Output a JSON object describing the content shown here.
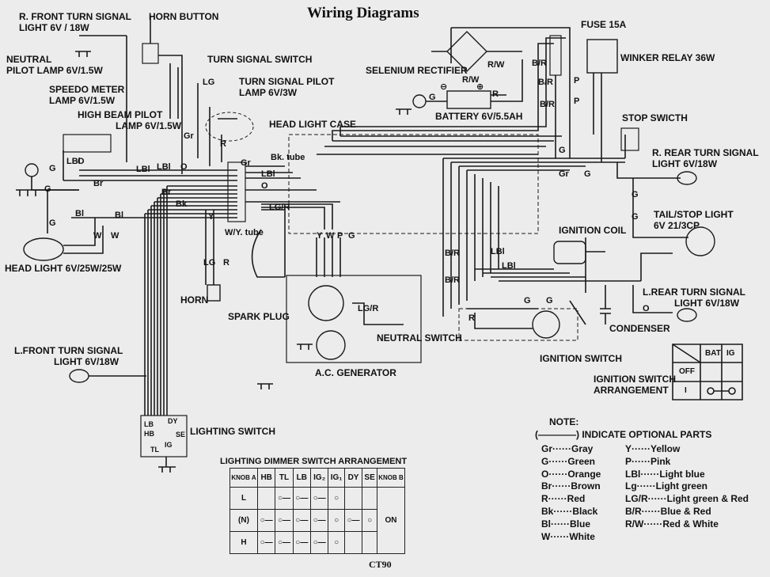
{
  "title": "Wiring Diagrams",
  "model": "CT90",
  "components": {
    "r_front_turn": [
      "R. FRONT TURN SIGNAL",
      "LIGHT 6V / 18W"
    ],
    "horn_button": "HORN BUTTON",
    "neutral_pilot": [
      "NEUTRAL",
      "PILOT LAMP 6V/1.5W"
    ],
    "speedo": [
      "SPEEDO METER",
      "LAMP 6V/1.5W"
    ],
    "turn_signal_switch": "TURN SIGNAL SWITCH",
    "high_beam": [
      "HIGH BEAM PILOT",
      "LAMP 6V/1.5W"
    ],
    "turn_pilot": [
      "TURN SIGNAL PILOT",
      "LAMP 6V/3W"
    ],
    "head_light_case": "HEAD LIGHT CASE",
    "head_light": "HEAD LIGHT 6V/25W/25W",
    "horn": "HORN",
    "spark_plug": "SPARK PLUG",
    "neutral_switch": "NEUTRAL SWITCH",
    "ac_generator": "A.C. GENERATOR",
    "l_front_turn": [
      "L.FRONT TURN SIGNAL",
      "LIGHT 6V/18W"
    ],
    "lighting_switch": "LIGHTING SWITCH",
    "fuse": "FUSE 15A",
    "selenium": "SELENIUM RECTIFIER",
    "winker_relay": "WINKER RELAY 36W",
    "battery": "BATTERY 6V/5.5AH",
    "stop_switch": "STOP SWICTH",
    "r_rear_turn": [
      "R. REAR TURN SIGNAL",
      "LIGHT 6V/18W"
    ],
    "tail_stop": [
      "TAIL/STOP LIGHT",
      "6V 21/3CP"
    ],
    "ignition_coil": "IGNITION COIL",
    "l_rear_turn": [
      "L.REAR TURN SIGNAL",
      "LIGHT 6V/18W"
    ],
    "condenser": "CONDENSER",
    "ignition_switch": "IGNITION SWITCH",
    "ign_arrangement": [
      "IGNITION SWITCH",
      "ARRANGEMENT"
    ],
    "bk_tube": "Bk. tube",
    "wy_tube": "W/Y. tube"
  },
  "wire_labels": {
    "lg": "LG",
    "gr": "Gr",
    "r": "R",
    "g": "G",
    "lbl": "LBl",
    "o": "O",
    "br": "Br",
    "bk": "Bk",
    "bl": "Bl",
    "w": "W",
    "y": "Y",
    "p": "P",
    "lgr": "LG/R",
    "br_": "B/R",
    "rw": "R/W",
    "gnd": "G",
    "minus": "⊖",
    "plus": "⊕"
  },
  "ign_table": {
    "headers": [
      "",
      "BAT",
      "IG"
    ],
    "rows": [
      "OFF",
      "I"
    ]
  },
  "dimmer": {
    "title": "LIGHTING DIMMER SWITCH ARRANGEMENT",
    "headers": [
      "KNOB A",
      "HB",
      "TL",
      "LB",
      "IG₂",
      "IG₁",
      "DY",
      "SE",
      "KNOB B"
    ],
    "rows": [
      "L",
      "(N)",
      "H"
    ],
    "knob_b": "ON"
  },
  "switch_terms": [
    "LB",
    "HB",
    "TL",
    "DY",
    "IG",
    "SE"
  ],
  "note": {
    "title": "NOTE:",
    "optional": "(————) INDICATE OPTIONAL PARTS",
    "left": [
      [
        "Gr",
        "Gray"
      ],
      [
        "G",
        "Green"
      ],
      [
        "O",
        "Orange"
      ],
      [
        "Br",
        "Brown"
      ],
      [
        "R",
        "Red"
      ],
      [
        "Bk",
        "Black"
      ],
      [
        "Bl",
        "Blue"
      ],
      [
        "W",
        "White"
      ]
    ],
    "right": [
      [
        "Y",
        "Yellow"
      ],
      [
        "P",
        "Pink"
      ],
      [
        "LBl",
        "Light blue"
      ],
      [
        "Lg",
        "Light green"
      ],
      [
        "LG/R",
        "Light green & Red"
      ],
      [
        "B/R",
        "Blue & Red"
      ],
      [
        "R/W",
        "Red & White"
      ]
    ]
  }
}
